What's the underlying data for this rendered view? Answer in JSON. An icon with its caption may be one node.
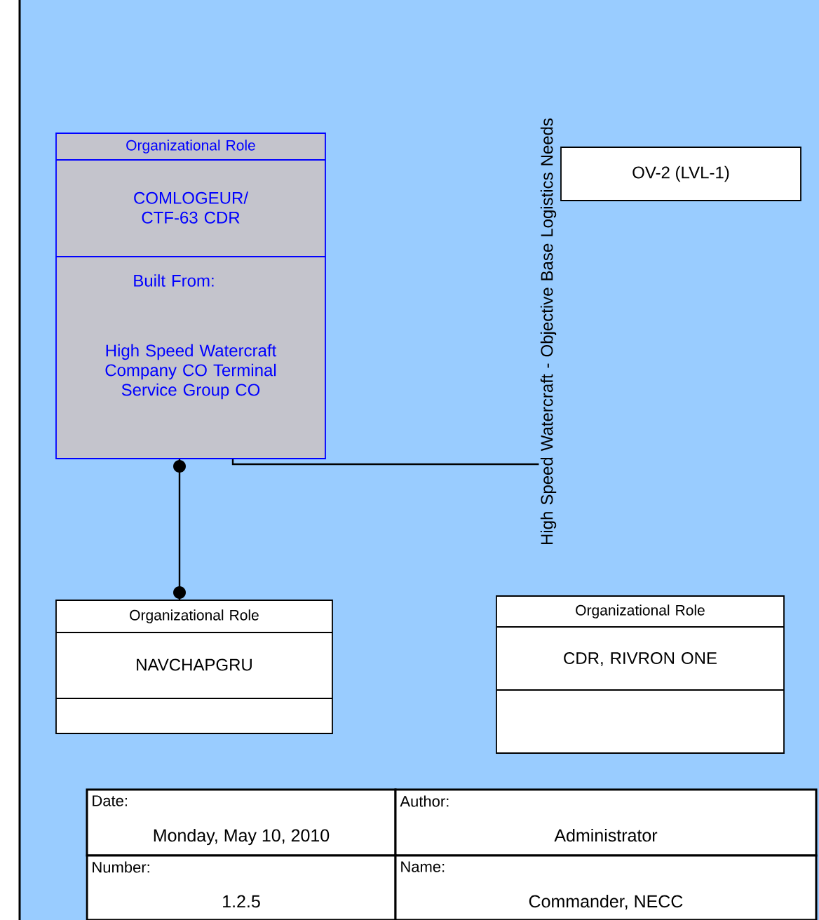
{
  "diagram": {
    "nodes": [
      {
        "text": [
          "Organizational Role",
          "COMLOGEUR/ CTF-63 CDR",
          "Built From:",
          "High Speed Watercraft Company CO Terminal Service Group CO"
        ]
      },
      {
        "text": [
          "High Speed Watercraft - Objective Base Logistics Needs"
        ]
      },
      {
        "text": [
          "Organizational Role",
          "NAVCHAPGRU"
        ]
      },
      {
        "text": [
          "Organizational Role",
          "CDR, RIVRON ONE"
        ]
      },
      {
        "text": [
          "OV-2 (LVL-1)"
        ]
      }
    ],
    "edges": [
      {
        "from": 0,
        "to": 2,
        "arrow": "other"
      },
      {
        "from": 0,
        "to": 1,
        "arrow": "none"
      }
    ],
    "labels": [
      "Date:",
      "Monday, May 10, 2010",
      "Author:",
      "Administrator",
      "Number:",
      "1.2.5",
      "Name:",
      "Commander, NECC"
    ]
  }
}
